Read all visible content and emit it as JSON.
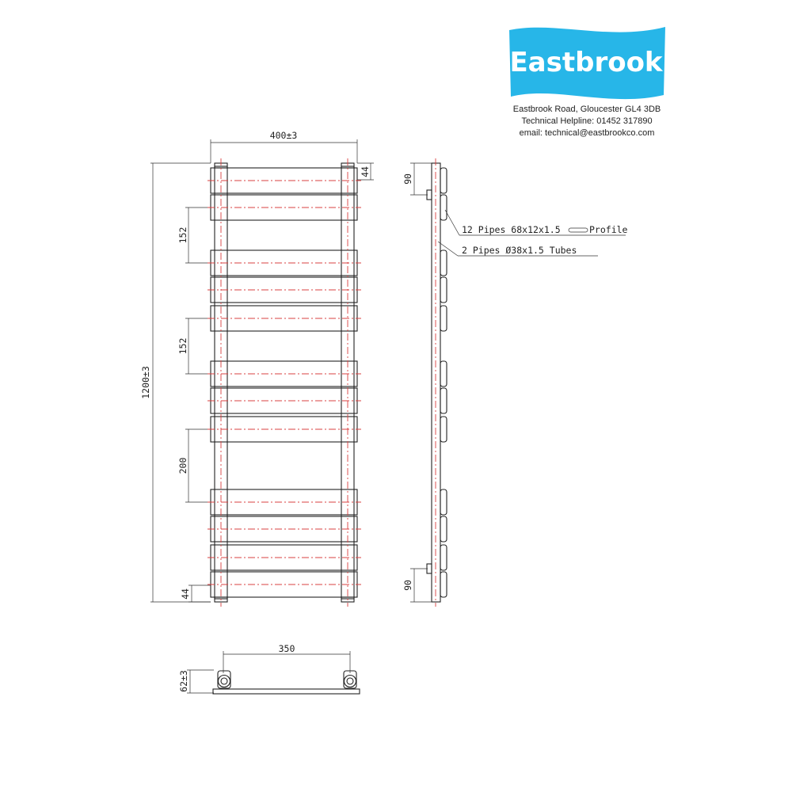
{
  "brand": {
    "name": "Eastbrook",
    "color": "#27b6e8",
    "address": "Eastbrook Road, Gloucester GL4 3DB",
    "helpline": "Technical Helpline: 01452 317890",
    "email": "email: technical@eastbrookco.com"
  },
  "front_view": {
    "width_label": "400±3",
    "height_label": "1200±3",
    "top_offset_label": "44",
    "bottom_offset_label": "44",
    "spacing_labels": [
      "152",
      "152",
      "200"
    ],
    "rail_count": 12
  },
  "side_view": {
    "top_bracket_label": "90",
    "bottom_bracket_label": "90",
    "callouts": [
      {
        "text": "12 Pipes 68x12x1.5",
        "suffix": "Profile"
      },
      {
        "text": "2 Pipes Ø38x1.5 Tubes",
        "suffix": ""
      }
    ]
  },
  "plan_view": {
    "centres_label": "350",
    "depth_label": "62±3"
  },
  "colors": {
    "line": "#222222",
    "centre_line": "#d94040"
  }
}
